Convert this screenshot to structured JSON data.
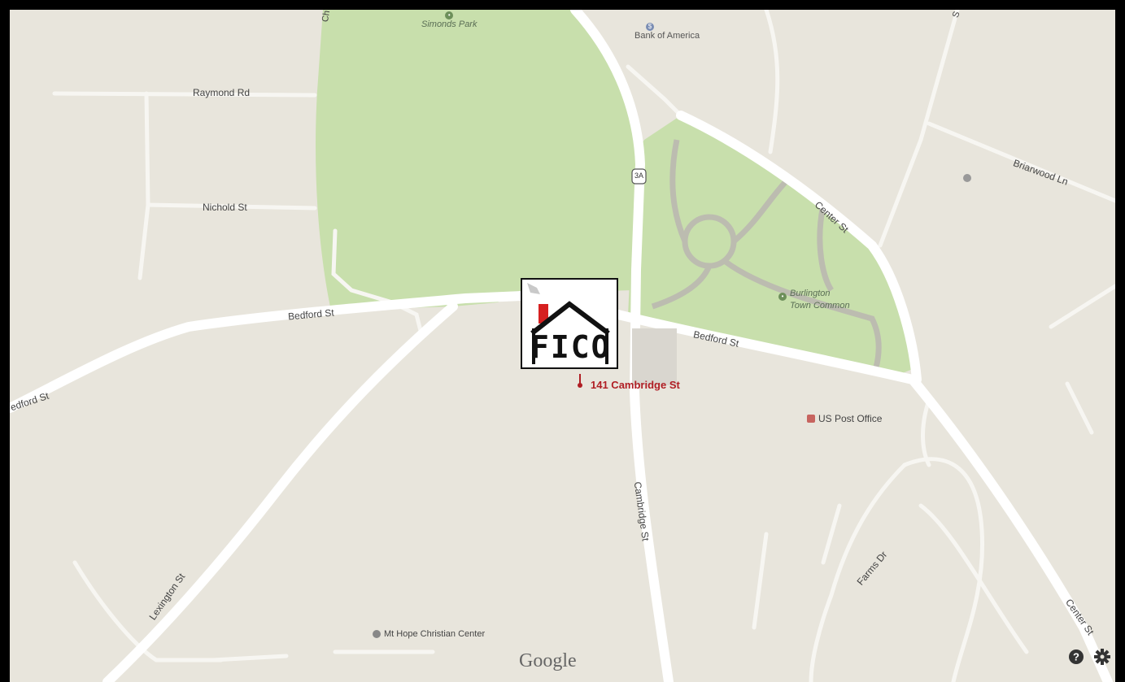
{
  "roads": {
    "raymond": "Raymond Rd",
    "nichold": "Nichold St",
    "bedford_west": "Bedford St",
    "bedford_far_west": "edford St",
    "bedford_east": "Bedford St",
    "cambridge": "Cambridge St",
    "center_north": "Center St",
    "center_south": "Center St",
    "briarwood": "Briarwood Ln",
    "lexington": "Lexington St",
    "farms": "Farms Dr",
    "route_shield": "3A",
    "top_cut_left": "Ch",
    "top_cut_right": "S"
  },
  "pois": {
    "simonds_park": "Simonds Park",
    "bank": "Bank of America",
    "town_common_line1": "Burlington",
    "town_common_line2": "Town Common",
    "post_office": "US Post Office",
    "church": "Mt Hope Christian Center"
  },
  "marker": {
    "label": "141 Cambridge St"
  },
  "logo": {
    "text": "FICO"
  },
  "attribution": "Google",
  "colors": {
    "land": "#e8e5dc",
    "park": "#c8dfac",
    "road": "#ffffff",
    "marker": "#b01e24"
  },
  "controls": {
    "help_icon": "help-icon",
    "settings_icon": "gear-icon"
  }
}
